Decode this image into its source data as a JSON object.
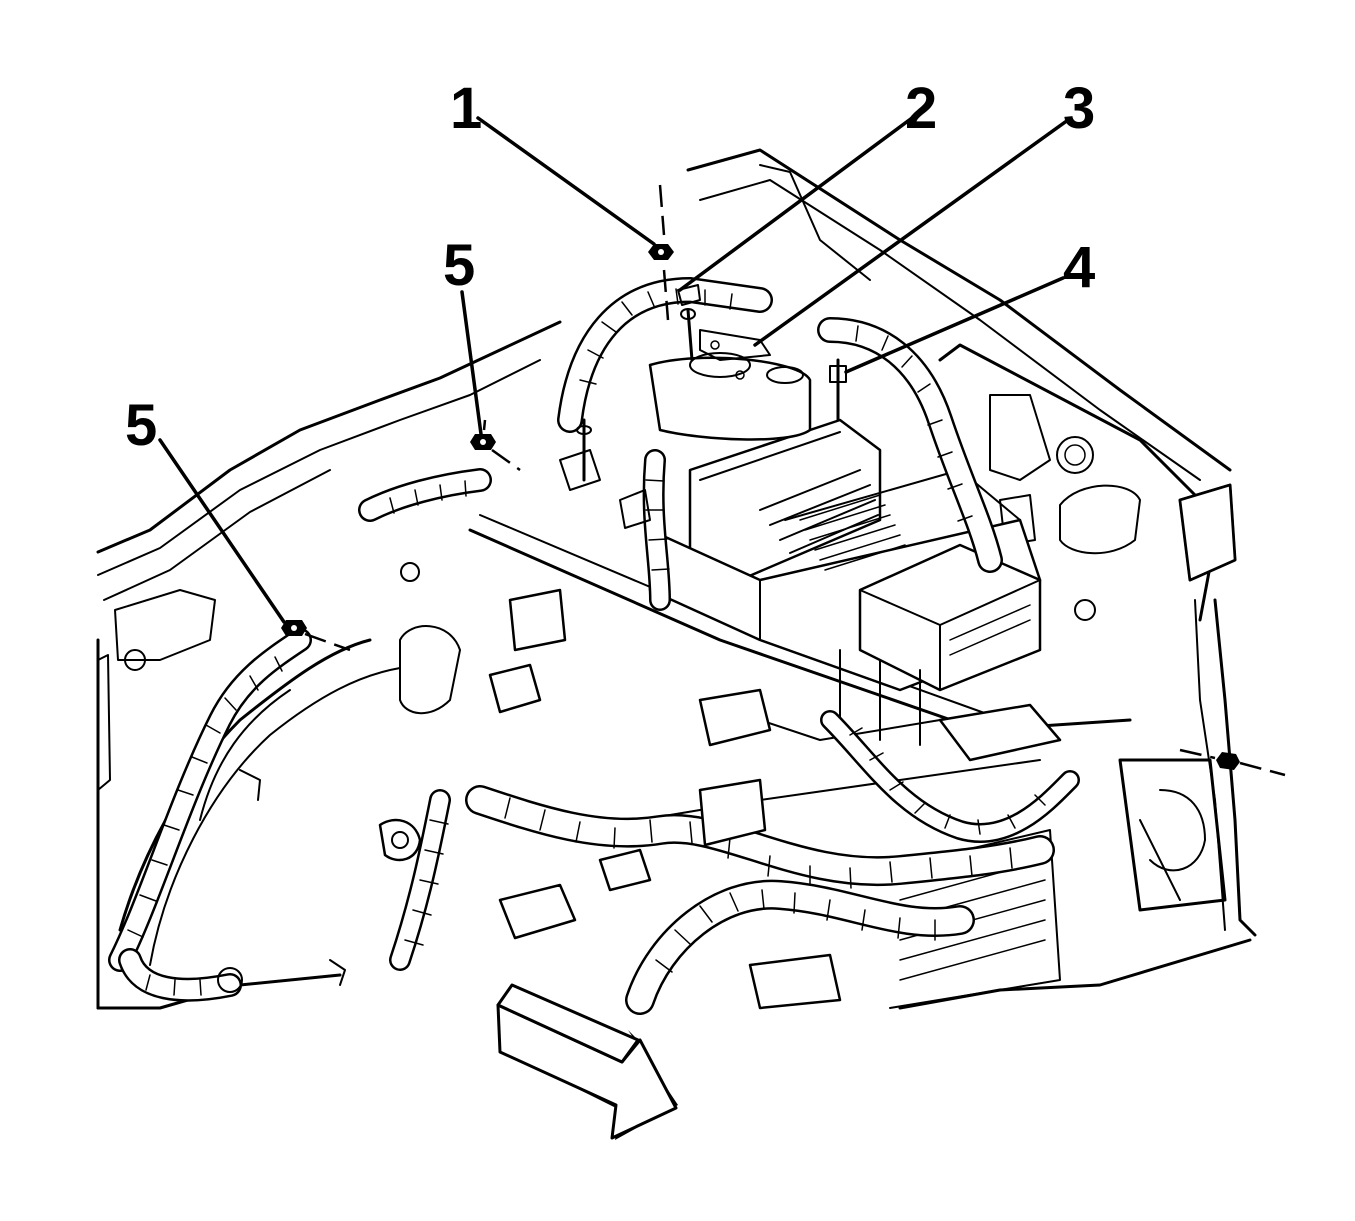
{
  "diagram": {
    "callouts": [
      {
        "id": "callout-1",
        "label": "1"
      },
      {
        "id": "callout-2",
        "label": "2"
      },
      {
        "id": "callout-3",
        "label": "3"
      },
      {
        "id": "callout-4",
        "label": "4"
      },
      {
        "id": "callout-5a",
        "label": "5"
      },
      {
        "id": "callout-5b",
        "label": "5"
      }
    ],
    "colors": {
      "ink": "#000000",
      "paper": "#ffffff"
    },
    "icons": [
      "direction-arrow-icon"
    ]
  }
}
